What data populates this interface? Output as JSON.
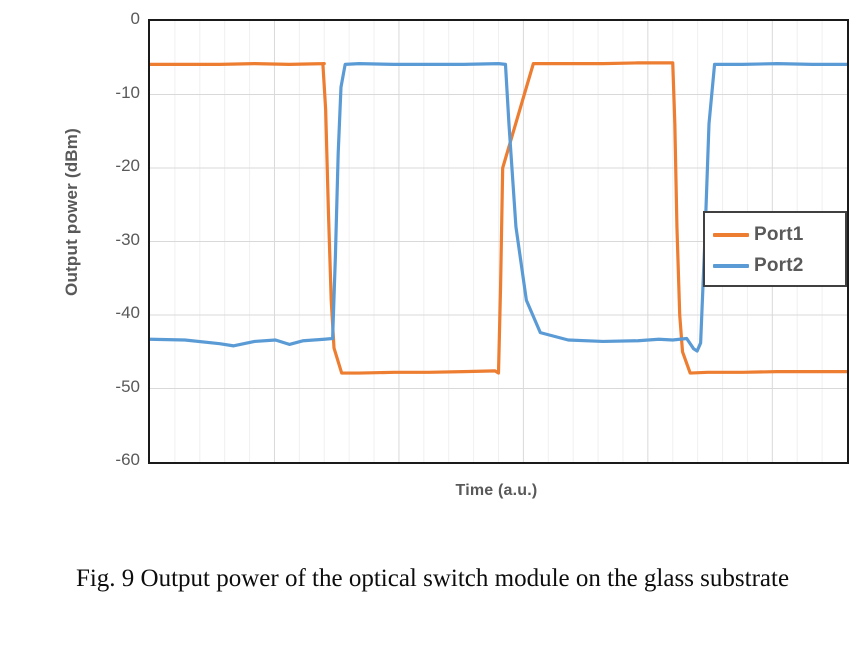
{
  "figure": {
    "caption": "Fig. 9 Output power of the optical switch module on the glass substrate"
  },
  "chart_data": {
    "type": "line",
    "title": "",
    "xlabel": "Time (a.u.)",
    "ylabel": "Output power (dBm)",
    "xlim": [
      0,
      100
    ],
    "ylim": [
      -60,
      0
    ],
    "yticks": [
      0,
      -10,
      -20,
      -30,
      -40,
      -50,
      -60
    ],
    "ytick_labels": [
      "0",
      "-10",
      "-20",
      "-30",
      "-40",
      "-50",
      "-60"
    ],
    "xticks": [],
    "xtick_labels": [],
    "grid": "horizontal major at every 10 dBm; vertical major every 17.9 a.u. with minor every 3.58 a.u.",
    "legend_position": "inside right, mid-lower",
    "colors": {
      "port1": "#ED7D31",
      "port2": "#5B9BD5",
      "frame": "#1a1a1a",
      "gridline_major": "#D9D9D9",
      "gridline_minor": "#F0F0F0",
      "text": "#595959"
    },
    "series": [
      {
        "name": "Port1",
        "color": "#ED7D31",
        "high_level_dbm": -5.8,
        "low_level_dbm": -47.8,
        "x": [
          0,
          5,
          10,
          15,
          20,
          25,
          24.8,
          25.2,
          25.6,
          26.0,
          26.4,
          27.5,
          30,
          35,
          40,
          45,
          49.5,
          50.0,
          50.3,
          50.6,
          55,
          60,
          65,
          70,
          75,
          75.3,
          75.6,
          76.0,
          76.4,
          77.5,
          80,
          85,
          90,
          95,
          100
        ],
        "y": [
          -5.9,
          -5.9,
          -5.9,
          -5.8,
          -5.9,
          -5.8,
          -5.8,
          -12.0,
          -26.0,
          -38.0,
          -44.5,
          -47.9,
          -47.9,
          -47.8,
          -47.8,
          -47.7,
          -47.6,
          -47.9,
          -36.0,
          -20.0,
          -5.8,
          -5.8,
          -5.8,
          -5.7,
          -5.7,
          -14.0,
          -28.0,
          -40.0,
          -45.0,
          -47.9,
          -47.8,
          -47.8,
          -47.7,
          -47.7,
          -47.7
        ]
      },
      {
        "name": "Port2",
        "color": "#5B9BD5",
        "high_level_dbm": -5.9,
        "low_level_dbm": -43.4,
        "x": [
          0,
          5,
          10,
          12,
          15,
          18,
          20,
          22,
          25,
          26.2,
          26.6,
          27.0,
          27.4,
          28,
          30,
          35,
          40,
          45,
          50,
          51.0,
          51.5,
          52.5,
          54.0,
          56,
          60,
          65,
          70,
          73,
          75,
          77,
          78,
          78.5,
          79.0,
          79.6,
          80.2,
          81,
          85,
          90,
          95,
          100
        ],
        "y": [
          -43.3,
          -43.4,
          -43.9,
          -44.2,
          -43.6,
          -43.4,
          -44.0,
          -43.5,
          -43.3,
          -43.2,
          -32.0,
          -18.0,
          -9.0,
          -5.9,
          -5.8,
          -5.9,
          -5.9,
          -5.9,
          -5.8,
          -5.9,
          -14.0,
          -28.0,
          -38.0,
          -42.4,
          -43.4,
          -43.6,
          -43.5,
          -43.3,
          -43.4,
          -43.2,
          -44.6,
          -44.9,
          -43.8,
          -30.0,
          -14.0,
          -5.9,
          -5.9,
          -5.8,
          -5.9,
          -5.9
        ]
      }
    ]
  },
  "legend": {
    "items": [
      {
        "label": "Port1",
        "color": "#ED7D31"
      },
      {
        "label": "Port2",
        "color": "#5B9BD5"
      }
    ]
  }
}
